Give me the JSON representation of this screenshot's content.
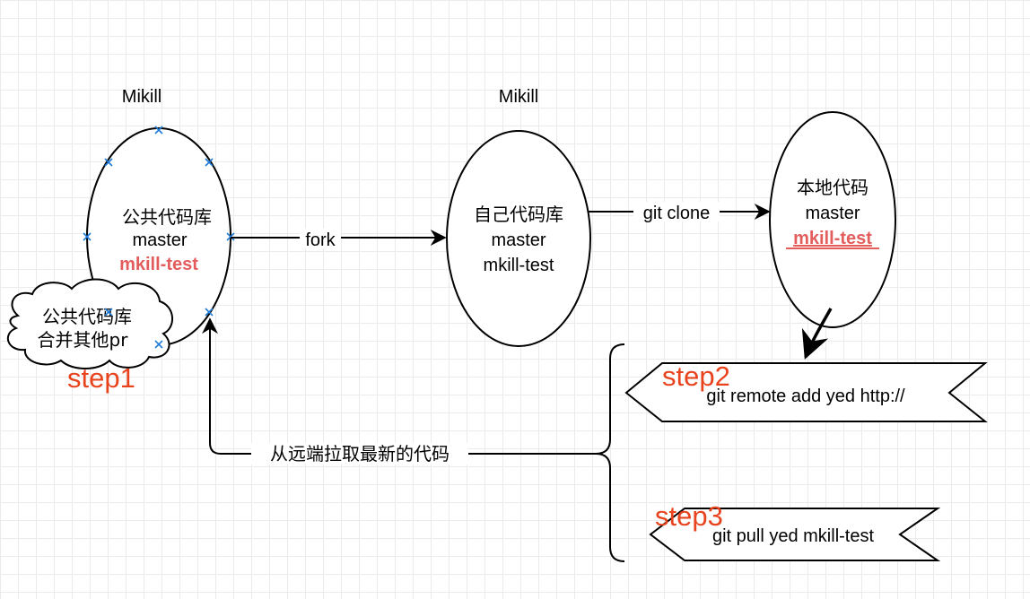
{
  "nodes": {
    "public_repo": {
      "owner": "Mikill",
      "title": "公共代码库",
      "branch_master": "master",
      "branch_feature": "mkill-test"
    },
    "own_repo": {
      "owner": "Mikill",
      "title": "自己代码库",
      "branch_master": "master",
      "branch_feature": "mkill-test"
    },
    "local_repo": {
      "title": "本地代码",
      "branch_master": "master",
      "branch_feature": "mkill-test"
    },
    "cloud_note": {
      "line1": "公共代码库",
      "line2": "合并其他pr"
    },
    "remote_add_banner": {
      "text": "git remote add yed http://"
    },
    "pull_banner": {
      "text": "git pull yed mkill-test"
    }
  },
  "edges": {
    "fork": "fork",
    "clone": "git clone",
    "fetch_latest": "从远端拉取最新的代码"
  },
  "steps": {
    "step1": "step1",
    "step2": "step2",
    "step3": "step3"
  },
  "colors": {
    "highlight": "#e35d5d",
    "step": "#e8431c",
    "selection_marker": "#1f7bd6",
    "stroke": "#000000"
  }
}
